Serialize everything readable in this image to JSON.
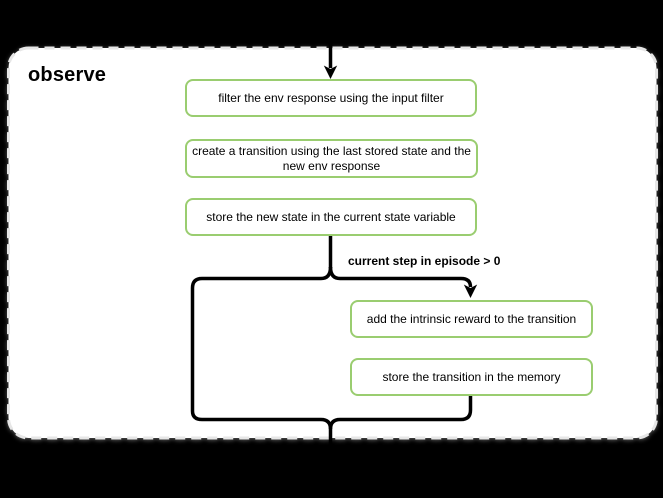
{
  "page": {
    "background": "#000000"
  },
  "diagram": {
    "title": "observe",
    "condition_label": "current step in episode > 0",
    "nodes": [
      {
        "label": "filter the env response using the input filter"
      },
      {
        "label": "create a transition using the last stored state and the\nnew env response"
      },
      {
        "label": "store the new state in the current state variable"
      },
      {
        "label": "add the intrinsic reward to the transition"
      },
      {
        "label": "store the transition in the memory"
      }
    ],
    "colors": {
      "page_bg": "#000000",
      "container_bg": "#ffffff",
      "container_border": "#e6e6e6",
      "node_border": "#9acd70",
      "connector": "#000000",
      "text": "#000000"
    }
  }
}
